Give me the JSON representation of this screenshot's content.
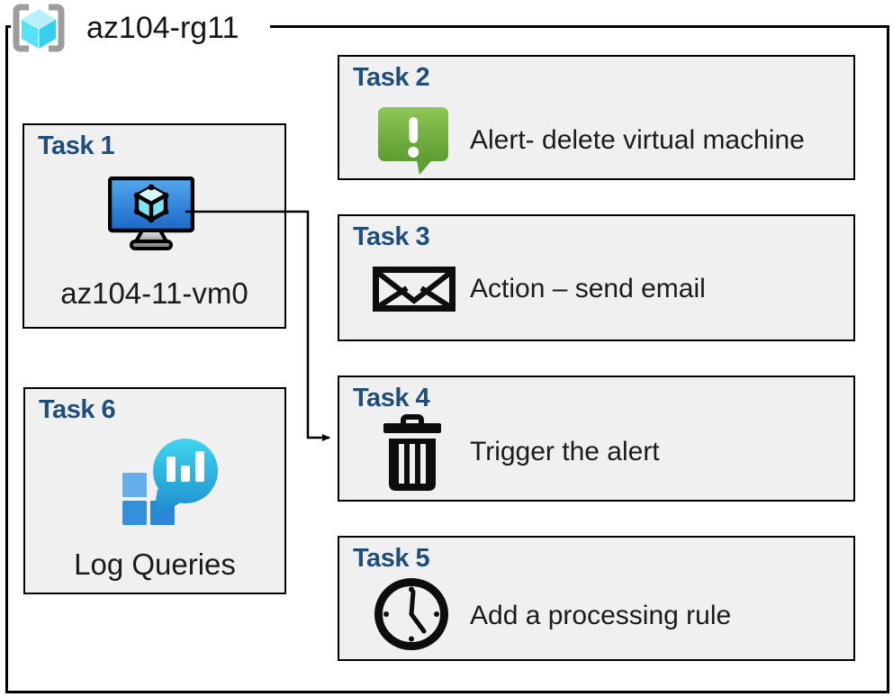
{
  "header": {
    "title": "az104-rg11",
    "icon": "resource-group-icon"
  },
  "tasks": [
    {
      "title": "Task 1",
      "label": "az104-11-vm0",
      "icon": "virtual-machine-icon"
    },
    {
      "title": "Task 2",
      "label": "Alert- delete virtual machine",
      "icon": "alert-message-icon"
    },
    {
      "title": "Task 3",
      "label": "Action – send email",
      "icon": "email-envelope-icon"
    },
    {
      "title": "Task 4",
      "label": "Trigger the alert",
      "icon": "trash-delete-icon"
    },
    {
      "title": "Task 5",
      "label": "Add a processing rule",
      "icon": "clock-icon"
    },
    {
      "title": "Task 6",
      "label": "Log Queries",
      "icon": "log-analytics-icon"
    }
  ],
  "connector": {
    "from": "Task 1",
    "to": "Task 4"
  },
  "colors": {
    "task_title_blue": "#1F4E79",
    "box_fill": "#F0F0F0",
    "box_border": "#000000",
    "alert_green_top": "#8DC755",
    "alert_green_bottom": "#5D9C31",
    "azure_cube_cyan": "#50E1F6",
    "vm_screen_blue": "#2E7FD6",
    "log_bubble_teal": "#3FD6EF",
    "log_square_blue": "#2D86DA",
    "bracket_gray": "#9D9D9D"
  }
}
